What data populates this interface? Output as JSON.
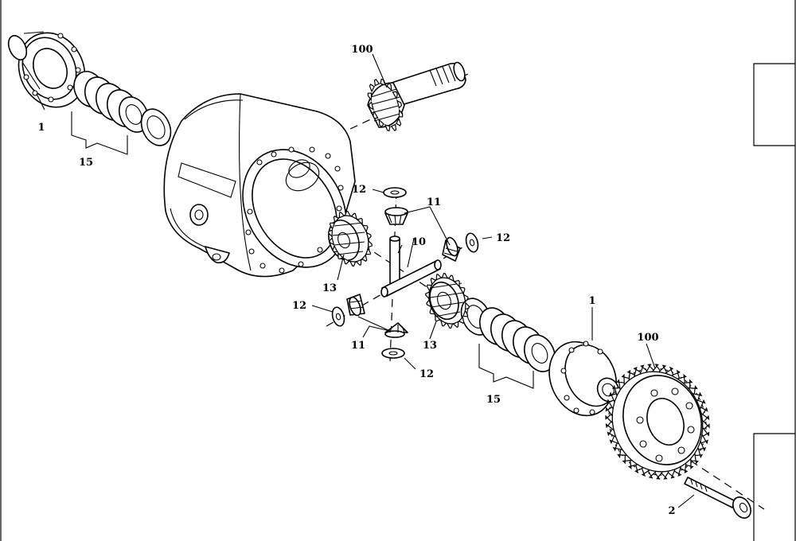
{
  "diagram": {
    "callouts": {
      "c1_left": "1",
      "c15_left": "15",
      "c100_top": "100",
      "c12_a": "12",
      "c11_a": "11",
      "c10": "10",
      "c12_b": "12",
      "c13_a": "13",
      "c12_c": "12",
      "c11_b": "11",
      "c13_b": "13",
      "c12_d": "12",
      "c1_right": "1",
      "c15_right": "15",
      "c100_right": "100",
      "c2": "2"
    }
  }
}
